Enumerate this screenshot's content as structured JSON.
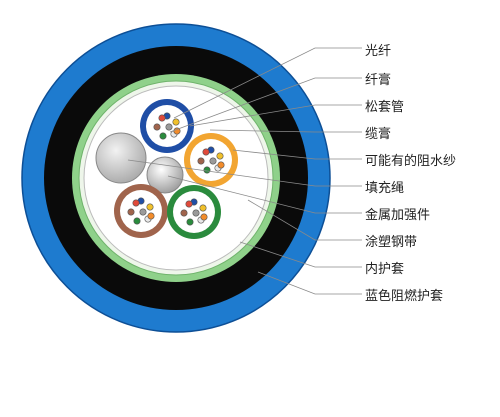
{
  "labels": [
    "光纤",
    "纤膏",
    "松套管",
    "缆膏",
    "可能有的阻水纱",
    "填充绳",
    "金属加强件",
    "涂塑钢带",
    "内护套",
    "蓝色阻燃护套"
  ],
  "colors": {
    "outer_sheath": "#1e7bcf",
    "inner_sheath": "#0a0a0a",
    "steel_tape": "#8fd18a",
    "core_fill": "#ffffff",
    "tube_blue": "#1f4ea6",
    "tube_orange": "#f2a531",
    "tube_brown": "#a0644c",
    "tube_green": "#2a8b3d",
    "filler": "#c9c9c9",
    "strength_member": "#dcdcdc",
    "leader_line": "#8a8a8a"
  }
}
